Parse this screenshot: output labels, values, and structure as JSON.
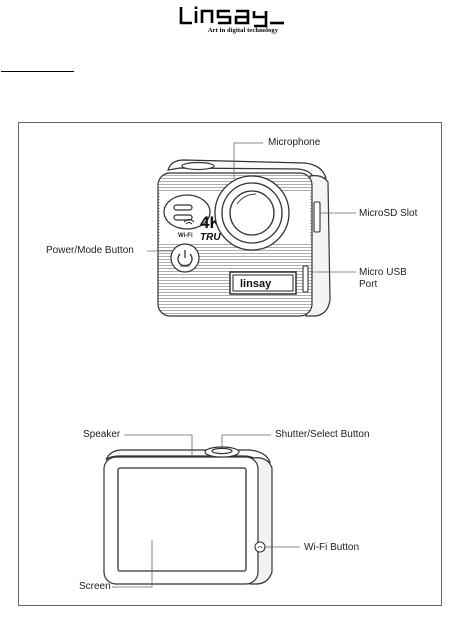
{
  "logo": {
    "word": "linsay",
    "tagline": "Art in digital technology"
  },
  "top_camera": {
    "badge_main": "4K",
    "badge_sub": "TRU",
    "wifi_text": "Wi-Fi",
    "brand_plate": "linsay"
  },
  "labels": {
    "microphone": "Microphone",
    "microsd_slot": "MicroSD Slot",
    "power_mode_button": "Power/Mode Button",
    "micro_usb_line1": "Micro USB",
    "micro_usb_line2": "Port",
    "speaker": "Speaker",
    "shutter_select_button": "Shutter/Select Button",
    "wifi_button": "Wi-Fi Button",
    "screen": "Screen"
  }
}
